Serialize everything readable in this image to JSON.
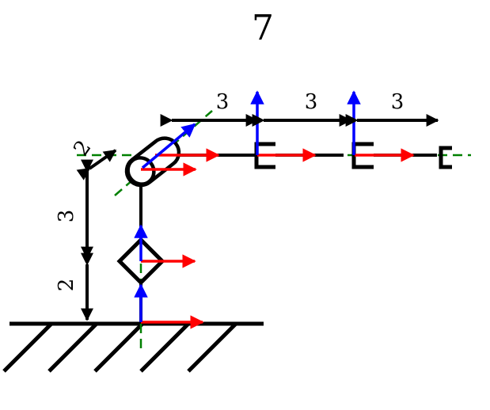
{
  "figure": {
    "title": "7",
    "dimensions": {
      "base_height": "2",
      "joint1_to_joint2": "3",
      "joint2_offset": "2",
      "link_1": "3",
      "link_2": "3",
      "link_3": "3"
    }
  },
  "colors": {
    "structure": "#000000",
    "axis_x": "#ff0000",
    "axis_z": "#0000ff",
    "joint_axis": "#008000",
    "background": "#ffffff"
  }
}
